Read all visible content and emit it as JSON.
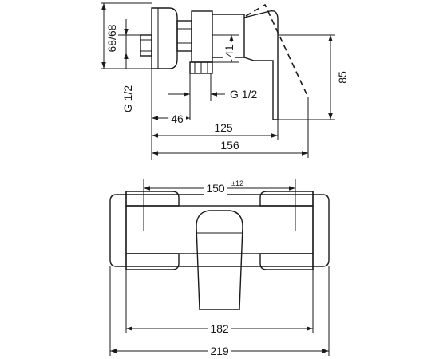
{
  "side_view": {
    "dim_68_68": "68/68",
    "dim_g12_left": "G 1/2",
    "dim_41": "41",
    "dim_g12_right": "G 1/2",
    "dim_85": "85",
    "dim_46": "46",
    "dim_125": "125",
    "dim_156": "156"
  },
  "front_view": {
    "dim_150": "150",
    "dim_150_tol": "±12",
    "dim_182": "182",
    "dim_219": "219"
  }
}
